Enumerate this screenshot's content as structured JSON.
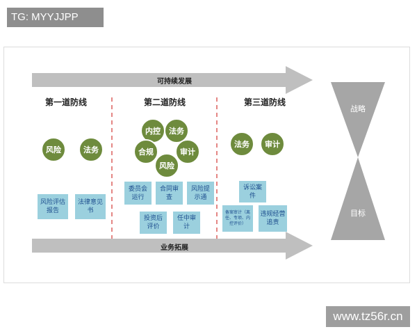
{
  "tag": "TG: MYYJJPP",
  "watermark": "www.tz56r.cn",
  "arrows": {
    "top": "可持续发展",
    "bottom": "业务拓展"
  },
  "lines": {
    "first": {
      "title": "第一道防线",
      "circles": [
        "风险",
        "法务"
      ],
      "boxes": [
        "风险评估报告",
        "法律意见书"
      ]
    },
    "second": {
      "title": "第二道防线",
      "circles": [
        "内控",
        "法务",
        "合规",
        "审计",
        "风险"
      ],
      "boxes": [
        "委员会运行",
        "合同审查",
        "风险提示通",
        "投资后评价",
        "任中审计"
      ]
    },
    "third": {
      "title": "第三道防线",
      "circles": [
        "法务",
        "审计"
      ],
      "boxes": [
        "诉讼案件",
        "备案审计（离任、专项、内控评价）",
        "违规经营追责"
      ]
    }
  },
  "hourglass": {
    "top": "战略",
    "bottom": "目标"
  },
  "colors": {
    "green": "#6e8b3d",
    "box": "#9bd0de",
    "box_text": "#1f4f8f",
    "arrow": "#bfbfbf",
    "divider": "#d9534f",
    "hourglass": "#a6a6a6"
  }
}
